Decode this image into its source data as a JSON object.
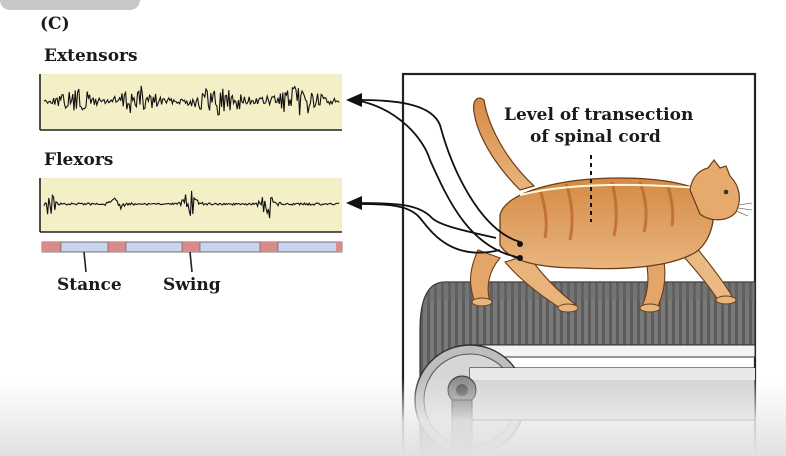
{
  "figure": {
    "panel_label": "(C)",
    "extensors_label": "Extensors",
    "flexors_label": "Flexors",
    "stance_label": "Stance",
    "swing_label": "Swing",
    "transection_line1": "Level of transection",
    "transection_line2": "of spinal cord"
  },
  "colors": {
    "trace_bg": "#f4efc7",
    "swing_bar": "#d98b8b",
    "stance_bar": "#c9d4ee",
    "cat_fur": "#dd9a58",
    "cat_stripes": "#c0702f",
    "treadmill_belt": "#6e6e6e",
    "frame": "#222222"
  }
}
